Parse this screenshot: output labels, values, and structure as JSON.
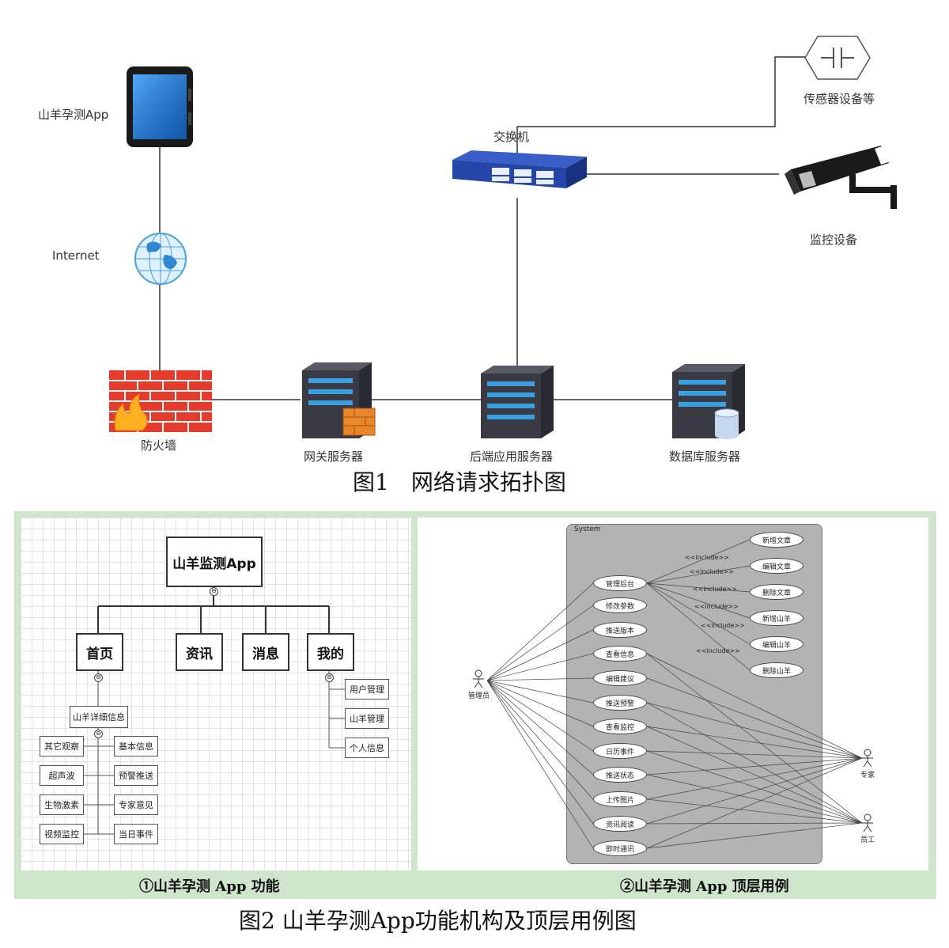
{
  "fig1": {
    "nodes": {
      "app": "山羊孕测App",
      "internet": "Internet",
      "firewall": "防火墙",
      "gateway": "网关服务器",
      "backend": "后端应用服务器",
      "database": "数据库服务器",
      "switch": "交换机",
      "sensor": "传感器设备等",
      "camera": "监控设备"
    },
    "caption": "图1　网络请求拓扑图"
  },
  "fig2": {
    "left": {
      "root": "山羊监测App",
      "tabs": [
        "首页",
        "资讯",
        "消息",
        "我的"
      ],
      "home_detail": "山羊详细信息",
      "home_left": [
        "其它观察",
        "超声波",
        "生物激素",
        "视频监控"
      ],
      "home_right": [
        "基本信息",
        "预警推送",
        "专家意见",
        "当日事件"
      ],
      "mine_items": [
        "用户管理",
        "山羊管理",
        "个人信息"
      ],
      "collapse_symbol": "⊖"
    },
    "right": {
      "system_label": "System",
      "use_cases": [
        "管理后台",
        "修改参数",
        "推送版本",
        "查看信息",
        "编辑建议",
        "推送预警",
        "查看监控",
        "日历事件",
        "推送状态",
        "上传图片",
        "资讯阅读",
        "即时通讯"
      ],
      "included": [
        "新增文章",
        "编辑文章",
        "删除文章",
        "新增山羊",
        "编辑山羊",
        "删除山羊"
      ],
      "include_label": "<<include>>",
      "actors": [
        "管理员",
        "专家",
        "员工"
      ]
    },
    "sub_captions": [
      "①山羊孕测 App 功能",
      "②山羊孕测 App 顶层用例"
    ],
    "caption": "图2  山羊孕测App功能机构及顶层用例图"
  }
}
